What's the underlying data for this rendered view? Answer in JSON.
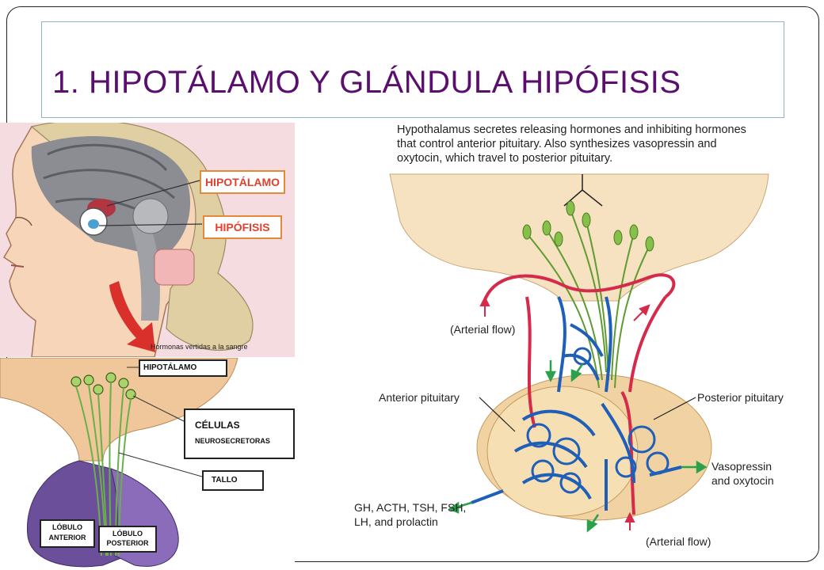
{
  "slide": {
    "title": "1. HIPOTÁLAMO Y GLÁNDULA HIPÓFISIS"
  },
  "head_panel": {
    "label_hypothalamus": "HIPOTÁLAMO",
    "label_pituitary": "HIPÓFISIS",
    "caption": "Hormonas vertidas a la sangre"
  },
  "lower_panel": {
    "label_hypothalamus": "HIPOTÁLAMO",
    "label_cells_line1": "CÉLULAS",
    "label_cells_line2": "NEUROSECRETORAS",
    "label_stalk": "TALLO",
    "label_anterior_line1": "LÓBULO",
    "label_anterior_line2": "ANTERIOR",
    "label_posterior_line1": "LÓBULO",
    "label_posterior_line2": "POSTERIOR"
  },
  "right_diagram": {
    "header_line1": "Hypothalamus secretes releasing hormones and inhibiting hormones",
    "header_line2": "that control anterior pituitary.  Also synthesizes vasopressin and",
    "header_line3": "oxytocin, which travel to posterior pituitary.",
    "arterial_flow_top": "(Arterial flow)",
    "anterior_pituitary": "Anterior pituitary",
    "posterior_pituitary": "Posterior pituitary",
    "vasopressin_line1": "Vasopressin",
    "vasopressin_line2": "and oxytocin",
    "hormones_line1": "GH, ACTH, TSH, FSH,",
    "hormones_line2": "LH, and prolactin",
    "arterial_flow_bottom": "(Arterial flow)"
  },
  "colors": {
    "title": "#5a0f6e",
    "arteries": "#d62a4a",
    "veins": "#1f5fb8",
    "neurons": "#6aa53a",
    "arrows": "#2aa14a",
    "tissue": "#f3ddb8",
    "label_accent": "#e0412e"
  }
}
